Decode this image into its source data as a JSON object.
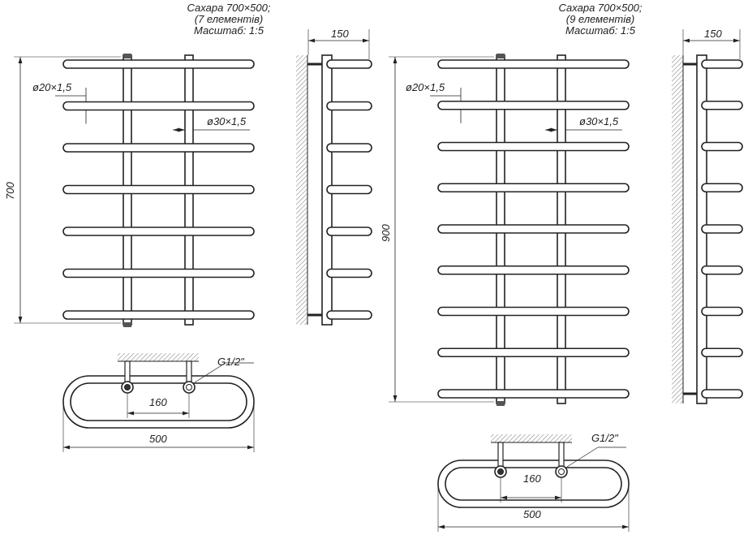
{
  "drawings": [
    {
      "title": [
        "Сахара 700×500;",
        "(7 елементів)",
        "Масштаб: 1:5"
      ],
      "elements": 7,
      "height_label": "700",
      "width_label": "500",
      "depth_label": "150",
      "axis_label": "160",
      "rail_pipe_label": "ø20×1,5",
      "collector_pipe_label": "ø30×1,5",
      "thread_label": "G1/2\""
    },
    {
      "title": [
        "Сахара 700×500;",
        "(9 елементів)",
        "Масштаб: 1:5"
      ],
      "elements": 9,
      "height_label": "900",
      "width_label": "500",
      "depth_label": "150",
      "axis_label": "160",
      "rail_pipe_label": "ø20×1,5",
      "collector_pipe_label": "ø30×1,5",
      "thread_label": "G1/2\""
    }
  ],
  "colors": {
    "line": "#222222",
    "fill": "#ffffff",
    "hatch": "#888888"
  }
}
